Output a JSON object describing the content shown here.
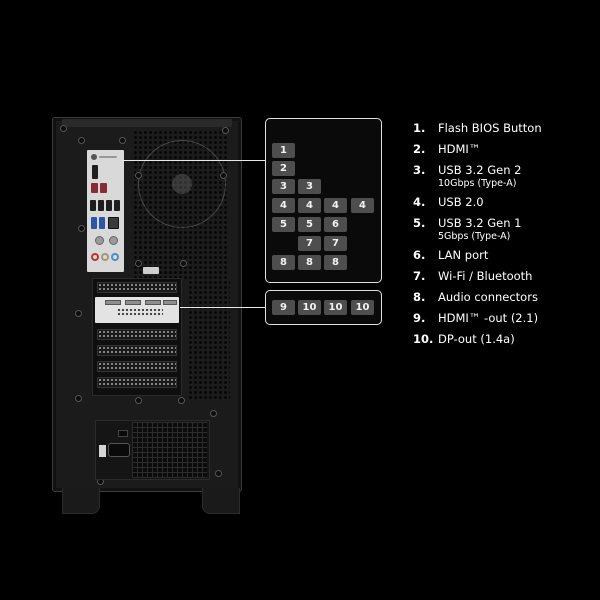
{
  "diagram": {
    "subject": "PC tower rear panel",
    "callout_box_1": {
      "rows": [
        [
          "1"
        ],
        [
          "2"
        ],
        [
          "3",
          "3"
        ],
        [
          "4",
          "4",
          "4",
          "4"
        ],
        [
          "5",
          "5",
          "6"
        ],
        [
          "",
          "7",
          "7"
        ],
        [
          "8",
          "8",
          "8"
        ]
      ]
    },
    "callout_box_2": {
      "rows": [
        [
          "9",
          "10",
          "10",
          "10"
        ]
      ]
    }
  },
  "legend": [
    {
      "num": "1.",
      "label": "Flash BIOS Button",
      "sub": ""
    },
    {
      "num": "2.",
      "label": "HDMI™",
      "sub": ""
    },
    {
      "num": "3.",
      "label": "USB 3.2 Gen 2",
      "sub": "10Gbps (Type-A)"
    },
    {
      "num": "4.",
      "label": "USB 2.0",
      "sub": ""
    },
    {
      "num": "5.",
      "label": "USB 3.2 Gen 1",
      "sub": "5Gbps (Type-A)"
    },
    {
      "num": "6.",
      "label": "LAN port",
      "sub": ""
    },
    {
      "num": "7.",
      "label": "Wi-Fi / Bluetooth",
      "sub": ""
    },
    {
      "num": "8.",
      "label": "Audio connectors",
      "sub": ""
    },
    {
      "num": "9.",
      "label": "HDMI™ -out (2.1)",
      "sub": ""
    },
    {
      "num": "10.",
      "label": "DP-out (1.4a)",
      "sub": ""
    }
  ],
  "colors": {
    "background": "#000000",
    "tag_fill": "#4e4e4e",
    "callout_border": "#e0e0e0",
    "text": "#ffffff",
    "usb_red": "#8a2c33",
    "usb_blue": "#2f55a8"
  }
}
